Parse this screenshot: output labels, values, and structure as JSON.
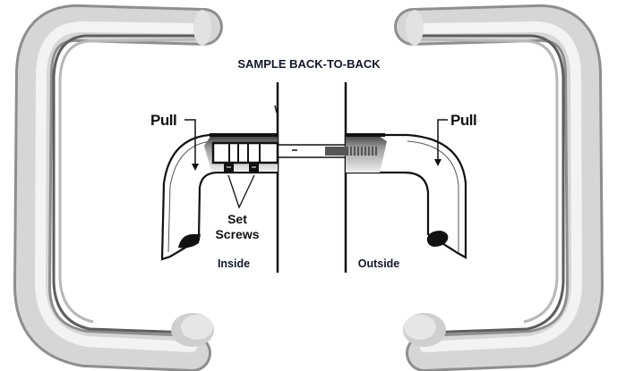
{
  "diagram": {
    "title": "SAMPLE BACK-TO-BACK",
    "labels": {
      "pull_left": "Pull",
      "pull_right": "Pull",
      "set_screws_line1": "Set",
      "set_screws_line2": "Screws",
      "inside": "Inside",
      "outside": "Outside"
    },
    "components": [
      {
        "name": "left-door-pull-handle",
        "type": "photo"
      },
      {
        "name": "right-door-pull-handle",
        "type": "photo"
      },
      {
        "name": "inside-pull-cutaway",
        "type": "line-drawing"
      },
      {
        "name": "outside-pull-cutaway",
        "type": "line-drawing"
      },
      {
        "name": "door",
        "type": "line-drawing"
      },
      {
        "name": "through-bolt",
        "type": "line-drawing"
      },
      {
        "name": "set-screws",
        "count": 2
      }
    ],
    "colors": {
      "background": "#ffffff",
      "line": "#111111",
      "metal_light": "#f2f2f2",
      "metal_mid": "#c4c4c4",
      "metal_dark": "#7a7a7a"
    }
  }
}
